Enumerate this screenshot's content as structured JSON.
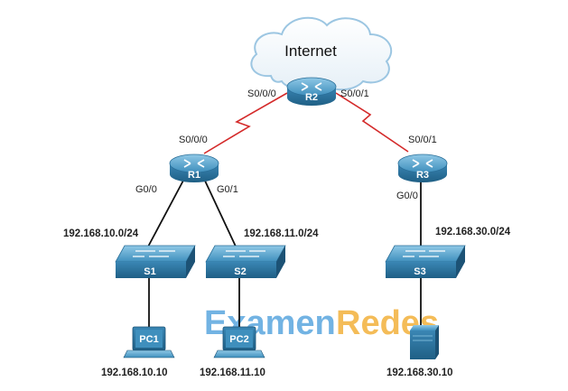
{
  "cloud": {
    "label": "Internet"
  },
  "routers": {
    "r1": {
      "label": "R1"
    },
    "r2": {
      "label": "R2"
    },
    "r3": {
      "label": "R3"
    }
  },
  "switches": {
    "s1": {
      "label": "S1"
    },
    "s2": {
      "label": "S2"
    },
    "s3": {
      "label": "S3"
    }
  },
  "pcs": {
    "pc1": {
      "label": "PC1",
      "ip": "192.168.10.10"
    },
    "pc2": {
      "label": "PC2",
      "ip": "192.168.11.10"
    }
  },
  "server": {
    "ip": "192.168.30.10"
  },
  "interfaces": {
    "r2_left": "S0/0/0",
    "r2_right": "S0/0/1",
    "r1_serial": "S0/0/0",
    "r1_g00": "G0/0",
    "r1_g01": "G0/1",
    "r3_serial": "S0/0/1",
    "r3_g00": "G0/0"
  },
  "networks": {
    "lan1": "192.168.10.0/24",
    "lan2": "192.168.11.0/24",
    "lan3": "192.168.30.0/24"
  },
  "watermark": {
    "part1": "Examen",
    "part2": "Redes"
  },
  "colors": {
    "device_blue": "#2e78a3",
    "device_light": "#6fb3d6",
    "serial_link": "#d42a2a",
    "ethernet_link": "#111111",
    "cloud_fill": "#f2f7fb",
    "cloud_stroke": "#9cc6e2",
    "watermark_1": "#5aa6df",
    "watermark_2": "#f3b13c"
  }
}
